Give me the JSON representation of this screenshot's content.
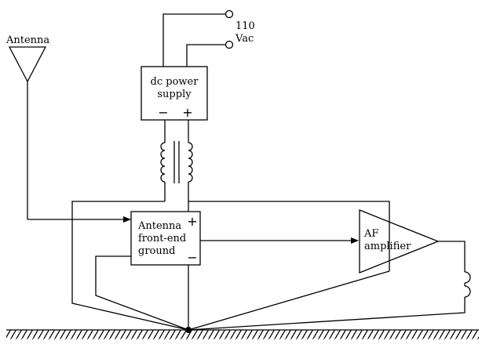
{
  "labels": {
    "antenna": "Antenna",
    "mains_top": "110",
    "mains_bottom": "Vac",
    "psu_line1": "dc power",
    "psu_line2": "supply",
    "psu_minus": "−",
    "psu_plus": "+",
    "fe_line1": "Antenna",
    "fe_line2": "front-end",
    "fe_line3": "ground",
    "fe_plus": "+",
    "fe_minus": "−",
    "amp_line1": "AF",
    "amp_line2": "amplifier"
  }
}
